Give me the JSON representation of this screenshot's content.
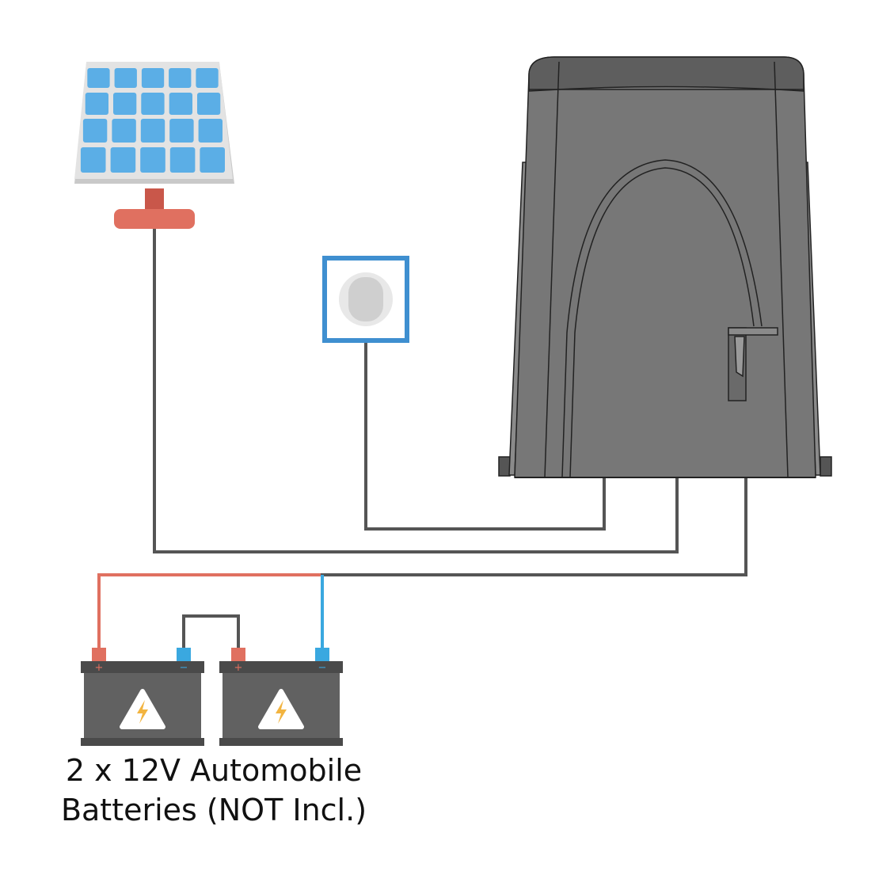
{
  "caption": {
    "line1": "2 x 12V Automobile",
    "line2": "Batteries (NOT Incl.)"
  },
  "components": {
    "solar_panel": {
      "icon": "solar-panel-icon"
    },
    "wall_outlet": {
      "icon": "wall-outlet-icon"
    },
    "gate_opener": {
      "icon": "gate-opener-motor-icon"
    },
    "batteries": {
      "count": 2,
      "icon": "car-battery-icon",
      "positive_symbol": "+",
      "negative_symbol": "−"
    }
  },
  "colors": {
    "wire": "#555555",
    "positive": "#e07060",
    "negative": "#3aa8e0",
    "panel_cell": "#5baee6",
    "panel_frame": "#e3e3e3",
    "panel_stand": "#e07060",
    "outlet_border": "#3f8fd0",
    "opener_body": "#777777",
    "opener_dark": "#5e5e5e",
    "battery_body": "#616161",
    "hazard_bolt": "#f2b440"
  }
}
